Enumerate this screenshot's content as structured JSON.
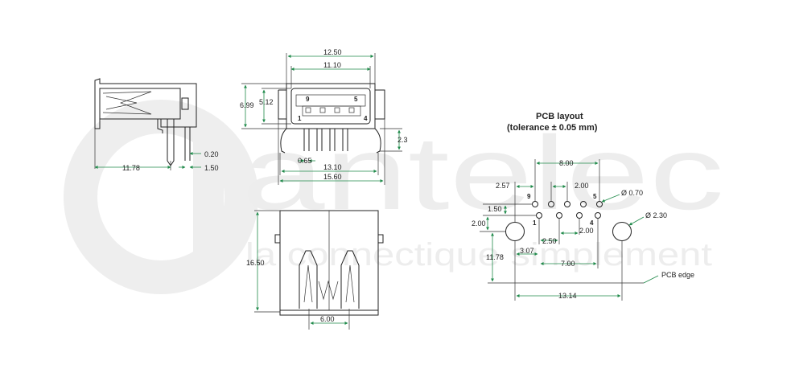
{
  "watermark": {
    "logo_letters": "antelec",
    "tagline": "la connectique simplement"
  },
  "pcb_layout": {
    "title": "PCB layout",
    "tolerance": "(tolerance ± 0.05 mm)"
  },
  "pins": {
    "p9": "9",
    "p5": "5",
    "p1": "1",
    "p4": "4"
  },
  "side_view": {
    "d_11_78": "11.78",
    "d_0_20": "0.20",
    "d_1_50": "1.50"
  },
  "front_view": {
    "d_12_50": "12.50",
    "d_11_10": "11.10",
    "d_6_99": "6.99",
    "d_5_12": "5.12",
    "d_2_3": "2.3",
    "d_0_65": "0.65",
    "d_13_10": "13.10",
    "d_15_60": "15.60"
  },
  "top_view": {
    "d_16_50": "16.50",
    "d_6_00": "6.00"
  },
  "pcb_dims": {
    "d_8_00": "8.00",
    "d_2_57": "2.57",
    "d_2_00_top": "2.00",
    "d_0_70": "Ø 0.70",
    "d_1_50": "1.50",
    "d_2_00_left": "2.00",
    "d_2_30": "Ø 2.30",
    "d_2_50": "2.50",
    "d_2_00_mid": "2.00",
    "d_3_07": "3.07",
    "d_11_78": "11.78",
    "d_7_00": "7.00",
    "pcb_edge": "PCB edge",
    "d_13_14": "13.14"
  },
  "colors": {
    "dimension_lines": "#1f8a4a",
    "outline": "#222222",
    "watermark": "#ededed"
  }
}
